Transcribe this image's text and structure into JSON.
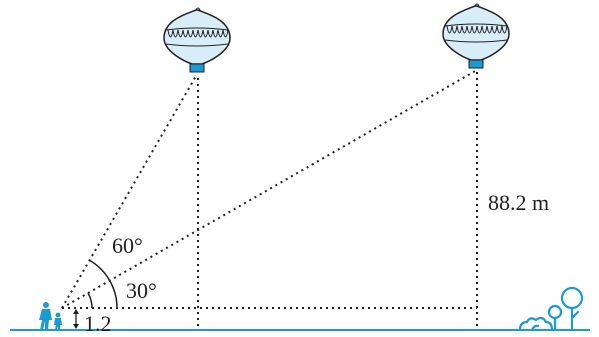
{
  "diagram": {
    "angle_upper": "60°",
    "angle_lower": "30°",
    "height_label": "88.2 m",
    "eye_height_label": "1.2"
  },
  "colors": {
    "line": "#231f20",
    "balloon_fill": "#d7eef9",
    "balloon_stroke": "#231f20",
    "basket": "#1b9ad6",
    "ground": "#1b9ad6",
    "figures": "#1b9ad6",
    "trees": "#1b9ad6"
  },
  "icons": {
    "balloon": "hot-air-balloon-icon",
    "people": "people-icon",
    "trees": "trees-icon"
  }
}
